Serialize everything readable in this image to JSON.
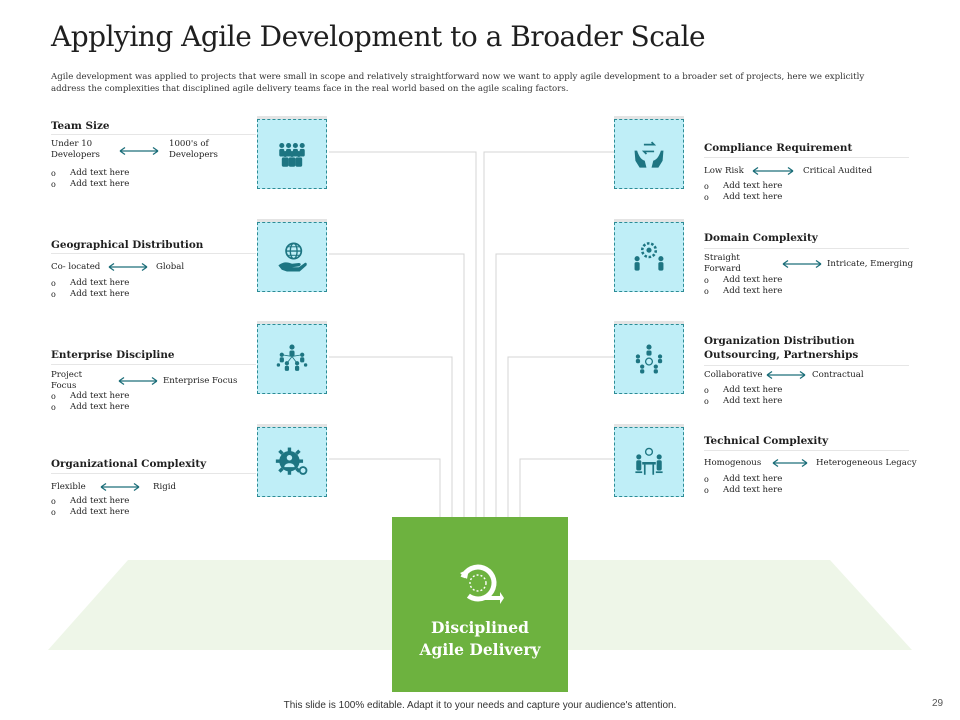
{
  "title": "Applying Agile Development to a Broader Scale",
  "subtitle": "Agile development was applied to projects that were small in scope and relatively straightforward now we want to apply agile development to a broader set of projects, here we explicitly address the complexities that disciplined agile delivery teams face in the real world based on the agile scaling factors.",
  "center": {
    "label_line1": "Disciplined",
    "label_line2": "Agile Delivery"
  },
  "factors": {
    "team_size": {
      "heading": "Team Size",
      "from": "Under 10 Developers",
      "to": "1000's of Developers",
      "bullets": [
        "Add text here",
        "Add text here"
      ],
      "icon": "team-icon"
    },
    "geo": {
      "heading": "Geographical Distribution",
      "from": "Co- located",
      "to": "Global",
      "bullets": [
        "Add text here",
        "Add text here"
      ],
      "icon": "globe-hand-icon"
    },
    "enterprise": {
      "heading": "Enterprise Discipline",
      "from": "Project Focus",
      "to": "Enterprise Focus",
      "bullets": [
        "Add text here",
        "Add text here"
      ],
      "icon": "hierarchy-icon"
    },
    "org_complexity": {
      "heading": "Organizational  Complexity",
      "from": "Flexible",
      "to": "Rigid",
      "bullets": [
        "Add text here",
        "Add text here"
      ],
      "icon": "gear-person-icon"
    },
    "compliance": {
      "heading": "Compliance Requirement",
      "from": "Low Risk",
      "to": "Critical Audited",
      "bullets": [
        "Add text here",
        "Add text here"
      ],
      "icon": "hands-arrows-icon"
    },
    "domain": {
      "heading": "Domain Complexity",
      "from": "Straight Forward",
      "to": "Intricate, Emerging",
      "bullets": [
        "Add text here",
        "Add text here"
      ],
      "icon": "gear-people-icon"
    },
    "org_distribution": {
      "heading_line1": "Organization Distribution",
      "heading_line2": "Outsourcing, Partnerships",
      "from": "Collaborative",
      "to": "Contractual",
      "bullets": [
        "Add text here",
        "Add text here"
      ],
      "icon": "network-people-icon"
    },
    "technical": {
      "heading": "Technical Complexity",
      "from": "Homogenous",
      "to": "Heterogeneous Legacy",
      "bullets": [
        "Add text here",
        "Add text here"
      ],
      "icon": "meeting-icon"
    }
  },
  "colors": {
    "accent_green": "#6db23f",
    "icon_bg": "#bfeef7",
    "icon_stroke": "#1d7582",
    "arrow": "#1d6f7a",
    "floor": "#eef6e8"
  },
  "footer": "This slide is 100% editable.  Adapt it to your needs and capture your audience's attention.",
  "page_number": "29"
}
